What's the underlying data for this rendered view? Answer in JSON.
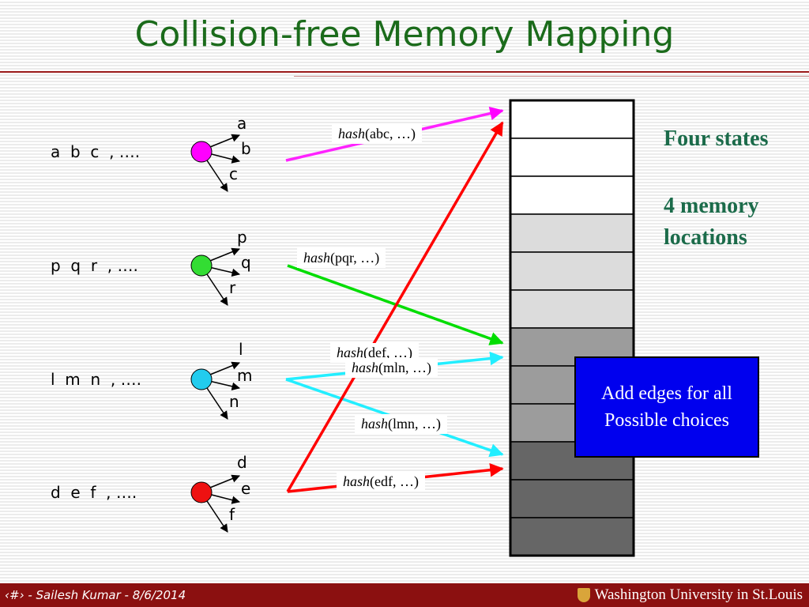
{
  "title": "Collision-free Memory Mapping",
  "rows": [
    {
      "seq": "a  b  c  , ….",
      "branches": [
        "a",
        "b",
        "c"
      ],
      "color": "#ff00ff"
    },
    {
      "seq": "p  q  r  , ….",
      "branches": [
        "p",
        "q",
        "r"
      ],
      "color": "#00dd00"
    },
    {
      "seq": "l  m  n  , ….",
      "branches": [
        "l",
        "m",
        "n"
      ],
      "color": "#22ccee"
    },
    {
      "seq": "d  e  f  , ….",
      "branches": [
        "d",
        "e",
        "f"
      ],
      "color": "#ff0000"
    }
  ],
  "hash_labels": [
    {
      "fn": "hash",
      "args": "(abc, …)"
    },
    {
      "fn": "hash",
      "args": "(pqr, …)"
    },
    {
      "fn": "hash",
      "args": "(def, …)"
    },
    {
      "fn": "hash",
      "args": "(mln, …)"
    },
    {
      "fn": "hash",
      "args": "(lmn, …)"
    },
    {
      "fn": "hash",
      "args": "(edf, …)"
    }
  ],
  "memory": {
    "cell_count": 12,
    "cell_colors": [
      "#ffffff",
      "#ffffff",
      "#ffffff",
      "#dcdcdc",
      "#dcdcdc",
      "#dcdcdc",
      "#9c9c9c",
      "#9c9c9c",
      "#9c9c9c",
      "#666666",
      "#666666",
      "#666666"
    ]
  },
  "side": {
    "states": "Four states",
    "locations_line1": "4 memory",
    "locations_line2": "locations"
  },
  "callout": {
    "line1": "Add edges for all",
    "line2": "Possible choices"
  },
  "footer": {
    "left": "‹#› - Sailesh Kumar - 8/6/2014",
    "right": "Washington University in St.Louis"
  }
}
